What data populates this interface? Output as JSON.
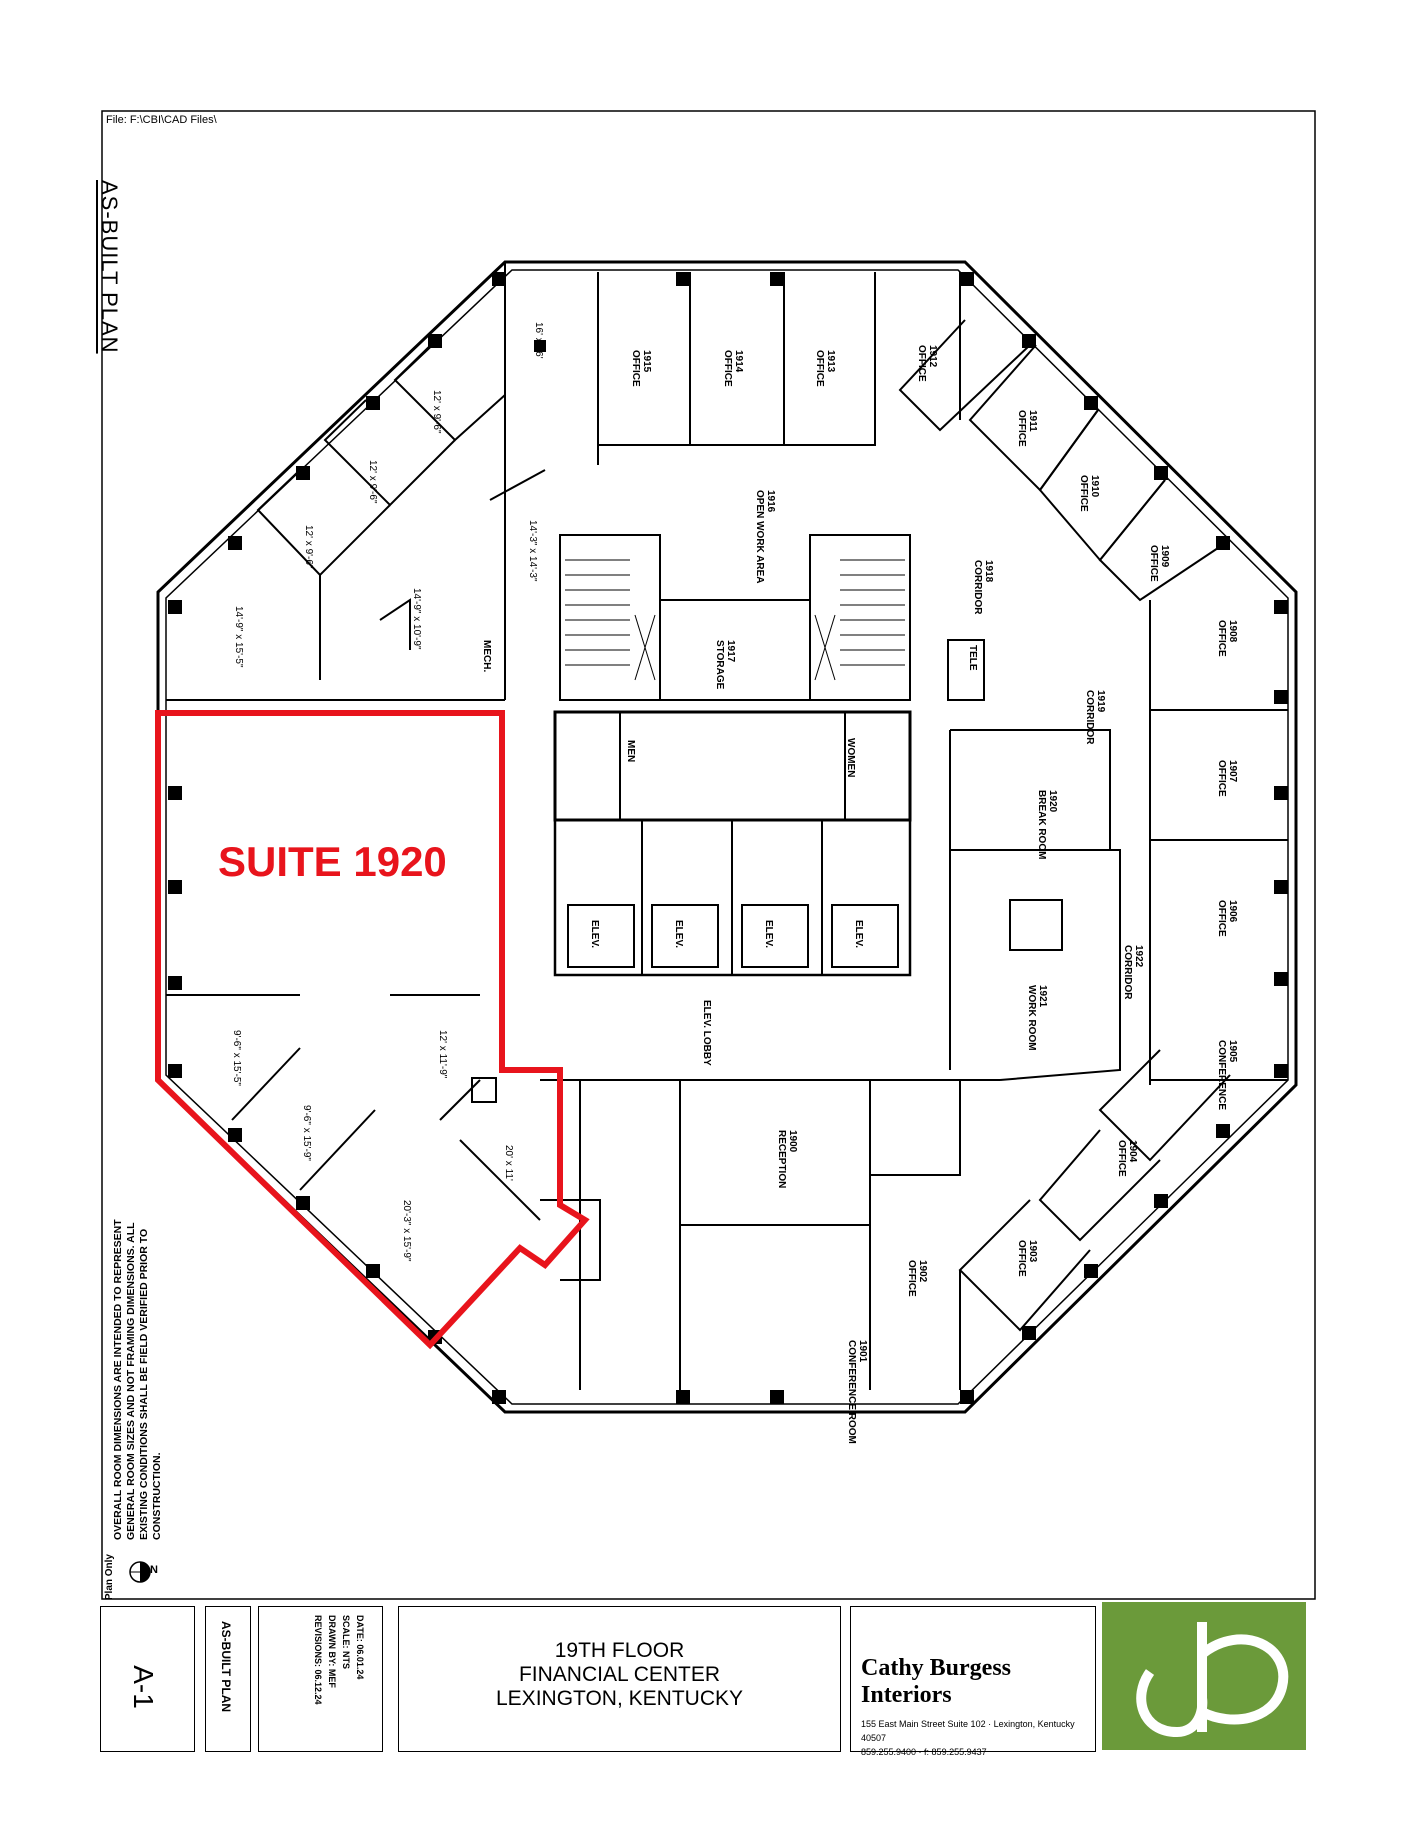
{
  "file_label": "File: F:\\CBI\\CAD Files\\",
  "vertical_title": "AS-BUILT PLAN",
  "suite_label": "SUITE 1920",
  "general_note": "OVERALL ROOM DIMENSIONS ARE INTENDED TO REPRESENT GENERAL ROOM SIZES AND NOT FRAMING DIMENSIONS. ALL EXISTING CONDITIONS SHALL BE FIELD VERIFIED PRIOR TO CONSTRUCTION.",
  "north_label": "N",
  "plan_only": "Plan Only",
  "rooms": [
    {
      "num": "1915",
      "name": "OFFICE"
    },
    {
      "num": "1914",
      "name": "OFFICE"
    },
    {
      "num": "1913",
      "name": "OFFICE"
    },
    {
      "num": "1912",
      "name": "OFFICE"
    },
    {
      "num": "1911",
      "name": "OFFICE"
    },
    {
      "num": "1910",
      "name": "OFFICE"
    },
    {
      "num": "1909",
      "name": "OFFICE"
    },
    {
      "num": "1908",
      "name": "OFFICE"
    },
    {
      "num": "1907",
      "name": "OFFICE"
    },
    {
      "num": "1906",
      "name": "OFFICE"
    },
    {
      "num": "1905",
      "name": "CONFERENCE"
    },
    {
      "num": "1904",
      "name": "OFFICE"
    },
    {
      "num": "1903",
      "name": "OFFICE"
    },
    {
      "num": "1902",
      "name": "OFFICE"
    },
    {
      "num": "1901",
      "name": "CONFERENCE ROOM"
    },
    {
      "num": "1900",
      "name": "RECEPTION"
    },
    {
      "num": "1916",
      "name": "OPEN WORK AREA"
    },
    {
      "num": "1917",
      "name": "STORAGE"
    },
    {
      "num": "1918",
      "name": "CORRIDOR"
    },
    {
      "num": "1919",
      "name": "CORRIDOR"
    },
    {
      "num": "1920",
      "name": "BREAK ROOM"
    },
    {
      "num": "1921",
      "name": "WORK ROOM"
    },
    {
      "num": "1922",
      "name": "CORRIDOR"
    }
  ],
  "labels": {
    "mech": "MECH.",
    "tele": "TELE",
    "men": "MEN",
    "women": "WOMEN",
    "elev": "ELEV.",
    "elev_lobby": "ELEV. LOBBY"
  },
  "dimensions": [
    "16' x 16'",
    "12' x 9'-6\"",
    "12' x 9'-6\"",
    "12' x 9'-6\"",
    "14'-3\" x 14'-3\"",
    "14'-9\" x 15'-5\"",
    "14'-9\" x 10'-9\"",
    "9'-6\" x 15'-5\"",
    "12' x 11'-9\"",
    "9'-6\" x 15'-9\"",
    "20' x 11'",
    "20'-3\" x 15'-9\""
  ],
  "title_block": {
    "sheet": "A-1",
    "sheet_title": "AS-BUILT PLAN",
    "info_lines": [
      "DATE: 06.01.24",
      "SCALE: NTS",
      "DRAWN BY: MEF",
      "REVISIONS: 06.12.24"
    ],
    "project_lines": [
      "19TH FLOOR",
      "FINANCIAL CENTER",
      "LEXINGTON, KENTUCKY"
    ],
    "company": "Cathy Burgess Interiors",
    "address_line1": "155 East Main Street Suite 102 · Lexington, Kentucky 40507",
    "address_line2": "859.255.9400 · f: 859.255.9437"
  },
  "colors": {
    "suite_outline": "#e8141c",
    "logo_green": "#6b9a3a"
  }
}
